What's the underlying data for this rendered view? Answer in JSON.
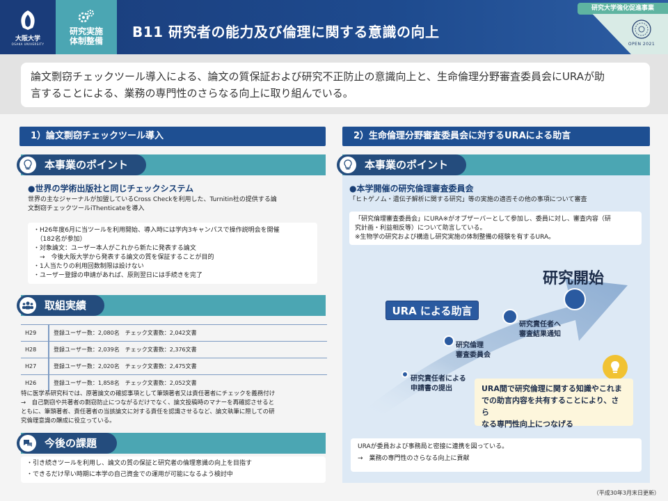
{
  "header": {
    "univ_name": "大阪大学",
    "univ_name_en": "OSAKA UNIVERSITY",
    "category": [
      "研究実施",
      "体制整備"
    ],
    "title": "B11 研究者の能力及び倫理に関する意識の向上",
    "badge": "研究大学強化促進事業",
    "open_text": "OPEN 2021"
  },
  "summary": [
    "論文剽窃チェックツール導入による、論文の質保証および研究不正防止の意識向上と、生命倫理分野審査委員会にURAが助",
    "言することによる、業務の専門性のさらなる向上に取り組んでいる。"
  ],
  "left": {
    "section_title": "1）論文剽窃チェックツール導入",
    "point_title": "本事業のポイント",
    "point_sub": "●世界の学術出版社と同じチェックシステム",
    "point_text": [
      "世界の主なジャーナルが加盟しているCross Checkを利用した、Turnitin社の提供する論",
      "文剽窃チェックツールiThenticateを導入"
    ],
    "list": [
      "・H26年度6月に当ツールを利用開始、導入時には学内3キャンパスで操作説明会を開催",
      "　（182名が参加）",
      "・対象論文：ユーザー本人がこれから新たに発表する論文",
      "　→　今後大阪大学から発表する論文の質を保証することが目的",
      "・1人当たりの利用回数制限は設けない",
      "・ユーザー登録の申請があれば、原則翌日には手続きを完了"
    ],
    "results_title": "取組実績",
    "results": [
      {
        "year": "H29",
        "text": "登録ユーザー数：2,080名　チェック文書数：2,042文書"
      },
      {
        "year": "H28",
        "text": "登録ユーザー数：2,039名　チェック文書数：2,376文書"
      },
      {
        "year": "H27",
        "text": "登録ユーザー数：2,020名　チェック文書数：2,475文書"
      },
      {
        "year": "H26",
        "text": "登録ユーザー数：1,858名　チェック文書数：2,052文書"
      }
    ],
    "results_note": [
      "特に医学系研究科では、原著論文の確認事項として筆頭著者又は責任著者にチェックを義務付け",
      "→　自己剽窃や共著者の剽窃防止につながるだけでなく、論文投稿時のマナーを再確認させると",
      "ともに、筆頭著者、責任著者の当該論文に対する責任を認識させるなど、論文執筆に際しての研",
      "究倫理意識の醸成に役立っている。"
    ],
    "issues_title": "今後の課題",
    "issues": [
      "・引き続きツールを利用し、論文の質の保証と研究者の倫理意識の向上を目指す",
      "・できるだけ早い時期に本学の自己資金での運用が可能になるよう検討中"
    ]
  },
  "right": {
    "section_title": "2）生命倫理分野審査委員会に対するURAによる助言",
    "point_title": "本事業のポイント",
    "point_sub": "●本学開催の研究倫理審査委員会",
    "point_text": "「ヒトゲノム・遺伝子解析に関する研究」等の実施の適否その他の事項について審査",
    "box_lines": [
      "「研究倫理審査委員会」にURA※がオブザーバーとして参加し、委員に対し、審査内容（研",
      "究計画・利益相反等）について助言している。",
      "※生物学の研究および構造し研究実施の体制整備の経験を有するURA。"
    ],
    "start_label": "研究開始",
    "ura_label": "URA による助言",
    "step1": [
      "研究責任者による",
      "申請書の提出"
    ],
    "step2": [
      "研究倫理",
      "審査委員会"
    ],
    "step3": [
      "研究責任者へ",
      "審査結果通知"
    ],
    "note_yellow": [
      "URA間で研究倫理に関する知識やこれま",
      "での助言内容を共有することにより、さら",
      "なる専門性向上につなげる"
    ],
    "bottom_box": [
      "URAが委員および事務局と密接に連携を図っている。",
      "→　業務の専門性のさらなる向上に貢献"
    ]
  },
  "footnote": "（平成30年3月末日更新）",
  "colors": {
    "navy": "#1e4f92",
    "teal": "#4ba6b3",
    "pill": "#244c7d"
  }
}
